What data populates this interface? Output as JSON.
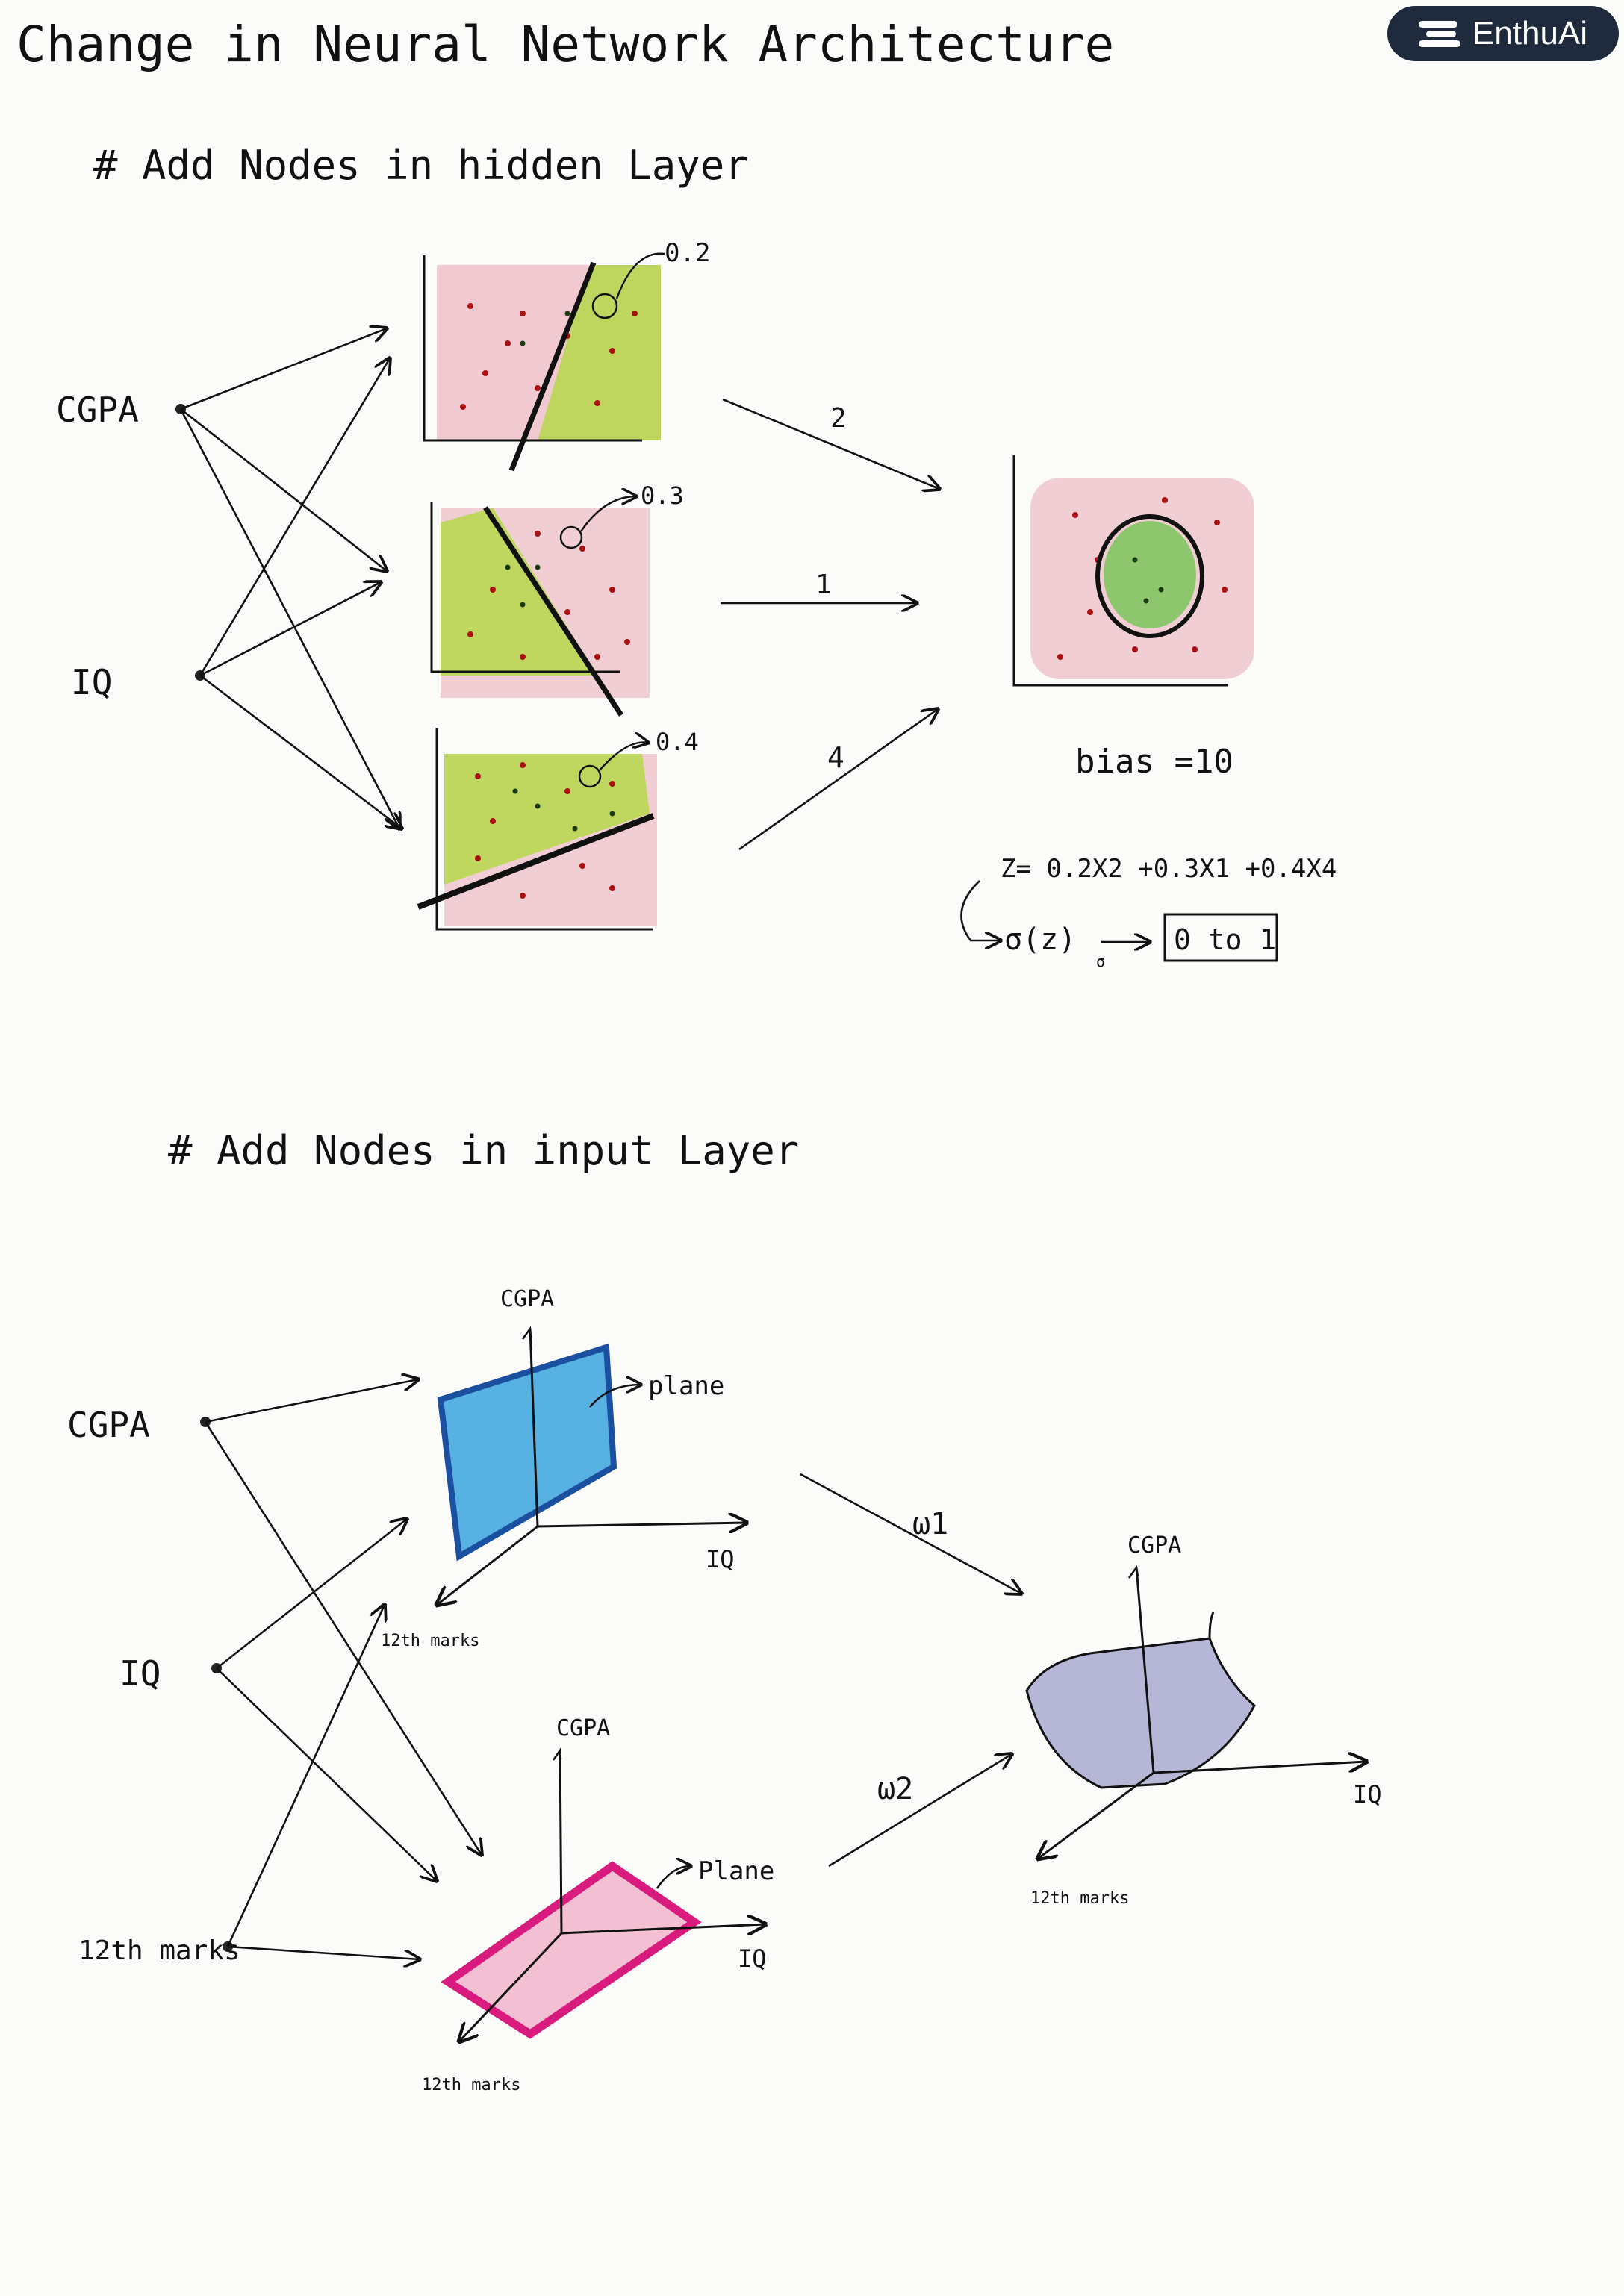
{
  "brand": {
    "name": "EnthuAi",
    "icon": "enthuai-logo-icon"
  },
  "title": "Change in Neural Network Architecture",
  "section1": {
    "heading": "# Add Nodes in hidden Layer",
    "inputs": [
      "CGPA",
      "IQ"
    ],
    "hidden_labels": [
      "0.2",
      "0.3",
      "0.4"
    ],
    "weights": [
      "2",
      "1",
      "4"
    ],
    "bias": "bias =10",
    "equation": "Z= 0.2X2 +0.3X1 +0.4X4",
    "sigmoid": "σ(z)",
    "sigmoid_sub": "σ",
    "range": "0 to 1"
  },
  "section2": {
    "heading": "# Add Nodes in input Layer",
    "inputs": [
      "CGPA",
      "IQ",
      "12th marks"
    ],
    "plane_top": {
      "y_axis": "CGPA",
      "x_axis": "IQ",
      "z_axis": "12th marks",
      "label": "plane"
    },
    "plane_bottom": {
      "y_axis": "CGPA",
      "x_axis": "IQ",
      "z_axis": "12th marks",
      "label": "Plane"
    },
    "weights": [
      "ω1",
      "ω2"
    ],
    "output": {
      "y_axis": "CGPA",
      "x_axis": "IQ",
      "z_axis": "12th marks"
    }
  },
  "colors": {
    "red_region": "#e9aab4",
    "green_region": "#b6d84a",
    "blue_plane": "#3aa3df",
    "pink_plane": "#d81b7c",
    "purple_surface": "#9f9fcc"
  }
}
